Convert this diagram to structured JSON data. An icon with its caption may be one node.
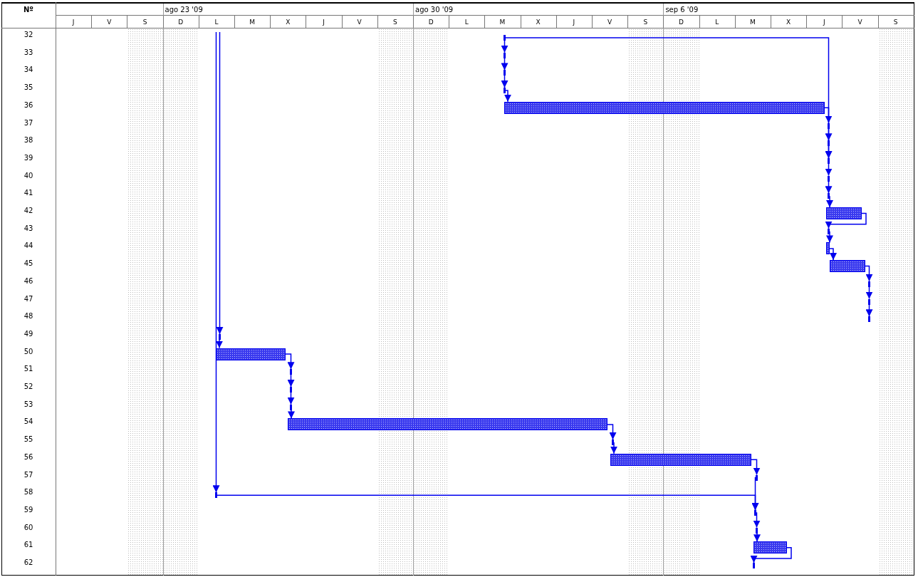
{
  "diagram": {
    "nodes": [
      {
        "text": [],
        "shape": "bar"
      },
      {
        "text": [],
        "shape": "bar"
      },
      {
        "text": [],
        "shape": "bar"
      },
      {
        "text": [],
        "shape": "bar"
      },
      {
        "text": [],
        "shape": "bar"
      },
      {
        "text": [],
        "shape": "bar"
      },
      {
        "text": [],
        "shape": "bar"
      },
      {
        "text": [],
        "shape": "bar"
      },
      {
        "text": [],
        "shape": "bar"
      },
      {
        "text": [],
        "shape": "bar"
      },
      {
        "text": [],
        "shape": "bar"
      },
      {
        "text": [],
        "shape": "bar"
      },
      {
        "text": [],
        "shape": "bar"
      },
      {
        "text": [],
        "shape": "bar"
      },
      {
        "text": [],
        "shape": "bar"
      },
      {
        "text": [],
        "shape": "bar"
      },
      {
        "text": [],
        "shape": "bar"
      },
      {
        "text": [],
        "shape": "bar"
      },
      {
        "text": [],
        "shape": "bar"
      },
      {
        "text": [],
        "shape": "bar"
      },
      {
        "text": [],
        "shape": "bar"
      },
      {
        "text": [],
        "shape": "bar"
      },
      {
        "text": [],
        "shape": "bar"
      },
      {
        "text": [],
        "shape": "bar"
      },
      {
        "text": [],
        "shape": "bar"
      },
      {
        "text": [],
        "shape": "bar"
      },
      {
        "text": [],
        "shape": "bar"
      },
      {
        "text": [],
        "shape": "bar"
      },
      {
        "text": [],
        "shape": "bar"
      },
      {
        "text": [],
        "shape": "bar"
      },
      {
        "text": [],
        "shape": "bar"
      }
    ],
    "edges": [
      {
        "from": 0,
        "to": 1,
        "arrow": "to"
      },
      {
        "from": 1,
        "to": 2,
        "arrow": "to"
      },
      {
        "from": 2,
        "to": 3,
        "arrow": "to"
      },
      {
        "from": 3,
        "to": 4,
        "arrow": "to"
      },
      {
        "from": 0,
        "to": 7,
        "arrow": "to"
      },
      {
        "from": 4,
        "to": 5,
        "arrow": "to"
      },
      {
        "from": 5,
        "to": 6,
        "arrow": "to"
      },
      {
        "from": 6,
        "to": 7,
        "arrow": "to"
      },
      {
        "from": 7,
        "to": 8,
        "arrow": "to"
      },
      {
        "from": 8,
        "to": 9,
        "arrow": "to"
      },
      {
        "from": 9,
        "to": 10,
        "arrow": "to"
      },
      {
        "from": 10,
        "to": 11,
        "arrow": "to"
      },
      {
        "from": 11,
        "to": 12,
        "arrow": "to"
      },
      {
        "from": 12,
        "to": 13,
        "arrow": "to"
      },
      {
        "from": 13,
        "to": 14,
        "arrow": "to"
      },
      {
        "from": 14,
        "to": 15,
        "arrow": "to"
      },
      {
        "from": 15,
        "to": 16,
        "arrow": "to"
      },
      {
        "from": null,
        "to": 17,
        "arrow": "to"
      },
      {
        "from": 17,
        "to": 18,
        "arrow": "to"
      },
      {
        "from": 18,
        "to": 19,
        "arrow": "to"
      },
      {
        "from": 19,
        "to": 20,
        "arrow": "to"
      },
      {
        "from": 20,
        "to": 21,
        "arrow": "to"
      },
      {
        "from": 21,
        "to": 22,
        "arrow": "to"
      },
      {
        "from": 22,
        "to": 23,
        "arrow": "to"
      },
      {
        "from": 23,
        "to": 24,
        "arrow": "to"
      },
      {
        "from": 24,
        "to": 25,
        "arrow": "to"
      },
      {
        "from": null,
        "to": 26,
        "arrow": "to"
      },
      {
        "from": 25,
        "to": 27,
        "arrow": "to"
      },
      {
        "from": 26,
        "to": 27,
        "arrow": "to"
      },
      {
        "from": 27,
        "to": 28,
        "arrow": "to"
      },
      {
        "from": 28,
        "to": 29,
        "arrow": "to"
      },
      {
        "from": 29,
        "to": 30,
        "arrow": "to"
      }
    ],
    "labels": [
      "Nº",
      "ago 23 '09",
      "ago 30 '09",
      "sep 6 '09",
      "J",
      "V",
      "S",
      "D",
      "L",
      "M",
      "X",
      "J",
      "V",
      "S",
      "D",
      "L",
      "M",
      "X",
      "J",
      "V",
      "S",
      "D",
      "L",
      "M",
      "X",
      "J",
      "V",
      "S",
      "32",
      "33",
      "34",
      "35",
      "36",
      "37",
      "38",
      "39",
      "40",
      "41",
      "42",
      "43",
      "44",
      "45",
      "46",
      "47",
      "48",
      "49",
      "50",
      "51",
      "52",
      "53",
      "54",
      "55",
      "56",
      "57",
      "58",
      "59",
      "60",
      "61",
      "62"
    ]
  }
}
